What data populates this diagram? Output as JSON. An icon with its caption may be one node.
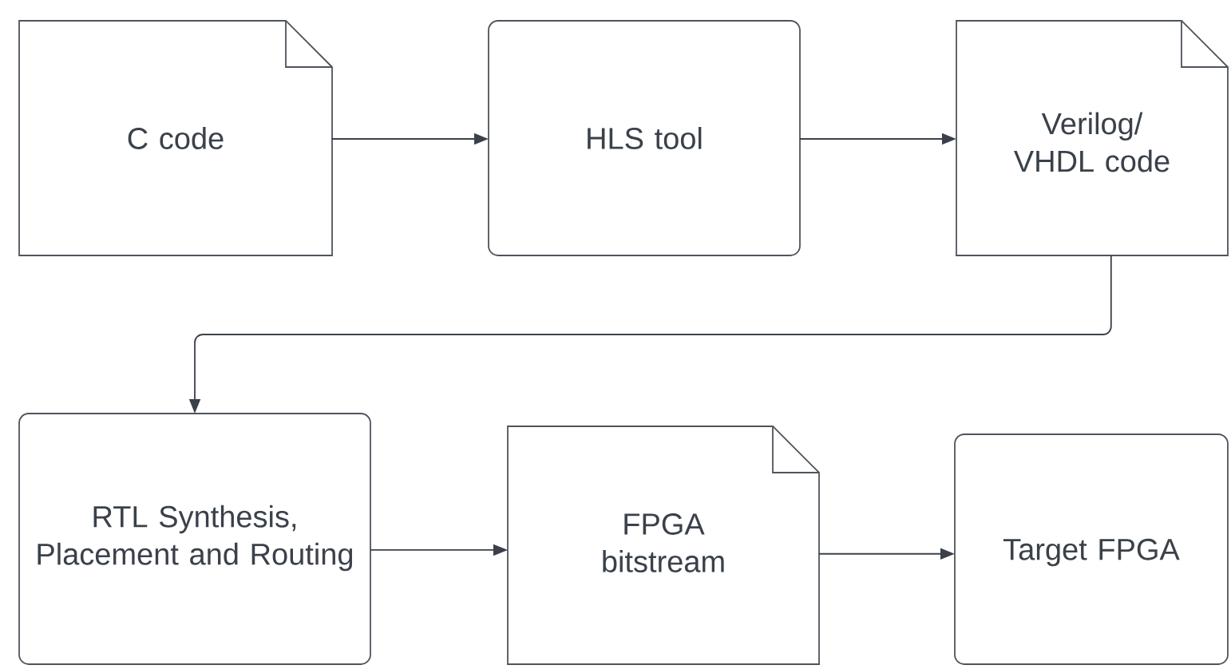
{
  "diagram": {
    "nodes": [
      {
        "text": [
          "C code"
        ]
      },
      {
        "text": [
          "HLS tool"
        ]
      },
      {
        "text": [
          "Verilog/ VHDL code"
        ]
      },
      {
        "text": [
          "RTL Synthesis, Placement and Routing"
        ]
      },
      {
        "text": [
          "FPGA bitstream"
        ]
      },
      {
        "text": [
          "Target FPGA"
        ]
      }
    ],
    "edges": [
      {
        "from": 0,
        "to": 1,
        "arrow": "to"
      },
      {
        "from": 1,
        "to": 2,
        "arrow": "to"
      },
      {
        "from": 2,
        "to": 3,
        "arrow": "to"
      },
      {
        "from": 3,
        "to": 4,
        "arrow": "to"
      },
      {
        "from": 4,
        "to": 5,
        "arrow": "to"
      }
    ]
  }
}
